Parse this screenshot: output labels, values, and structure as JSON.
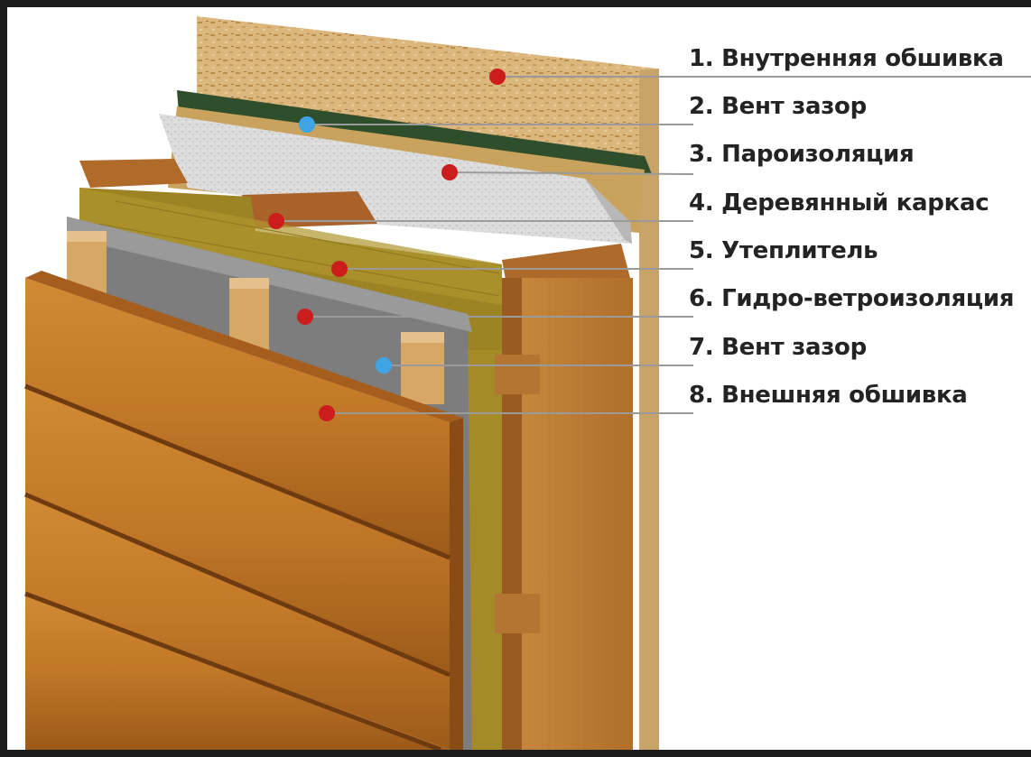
{
  "layers": [
    {
      "num": "1.",
      "name": "Внутренняя обшивка",
      "marker_color": "#cc1d1d"
    },
    {
      "num": "2.",
      "name": "Вент зазор",
      "marker_color": "#3fa4e6"
    },
    {
      "num": "3.",
      "name": "Пароизоляция",
      "marker_color": "#cc1d1d"
    },
    {
      "num": "4.",
      "name": "Деревянный каркас",
      "marker_color": "#cc1d1d"
    },
    {
      "num": "5.",
      "name": "Утеплитель",
      "marker_color": "#cc1d1d"
    },
    {
      "num": "6.",
      "name": "Гидро-ветроизоляция",
      "marker_color": "#cc1d1d"
    },
    {
      "num": "7.",
      "name": "Вент зазор",
      "marker_color": "#3fa4e6"
    },
    {
      "num": "8.",
      "name": "Внешняя обшивка",
      "marker_color": "#cc1d1d"
    }
  ],
  "label_texts": [
    "1. Внутренняя обшивка",
    "2. Вент зазор",
    "3. Пароизоляция",
    "4. Деревянный каркас",
    "5. Утеплитель",
    "6. Гидро-ветроизоляция",
    "7. Вент зазор",
    "8. Внешняя обшивка"
  ],
  "colors": {
    "osb": "#d9b47a",
    "vapor_barrier": "#d8d8d8",
    "insulation": "#a88f2c",
    "wood_frame": "#b8752e",
    "membrane": "#8a8a8a",
    "siding": "#c07a2a",
    "leader_line": "#9a9a9a"
  }
}
